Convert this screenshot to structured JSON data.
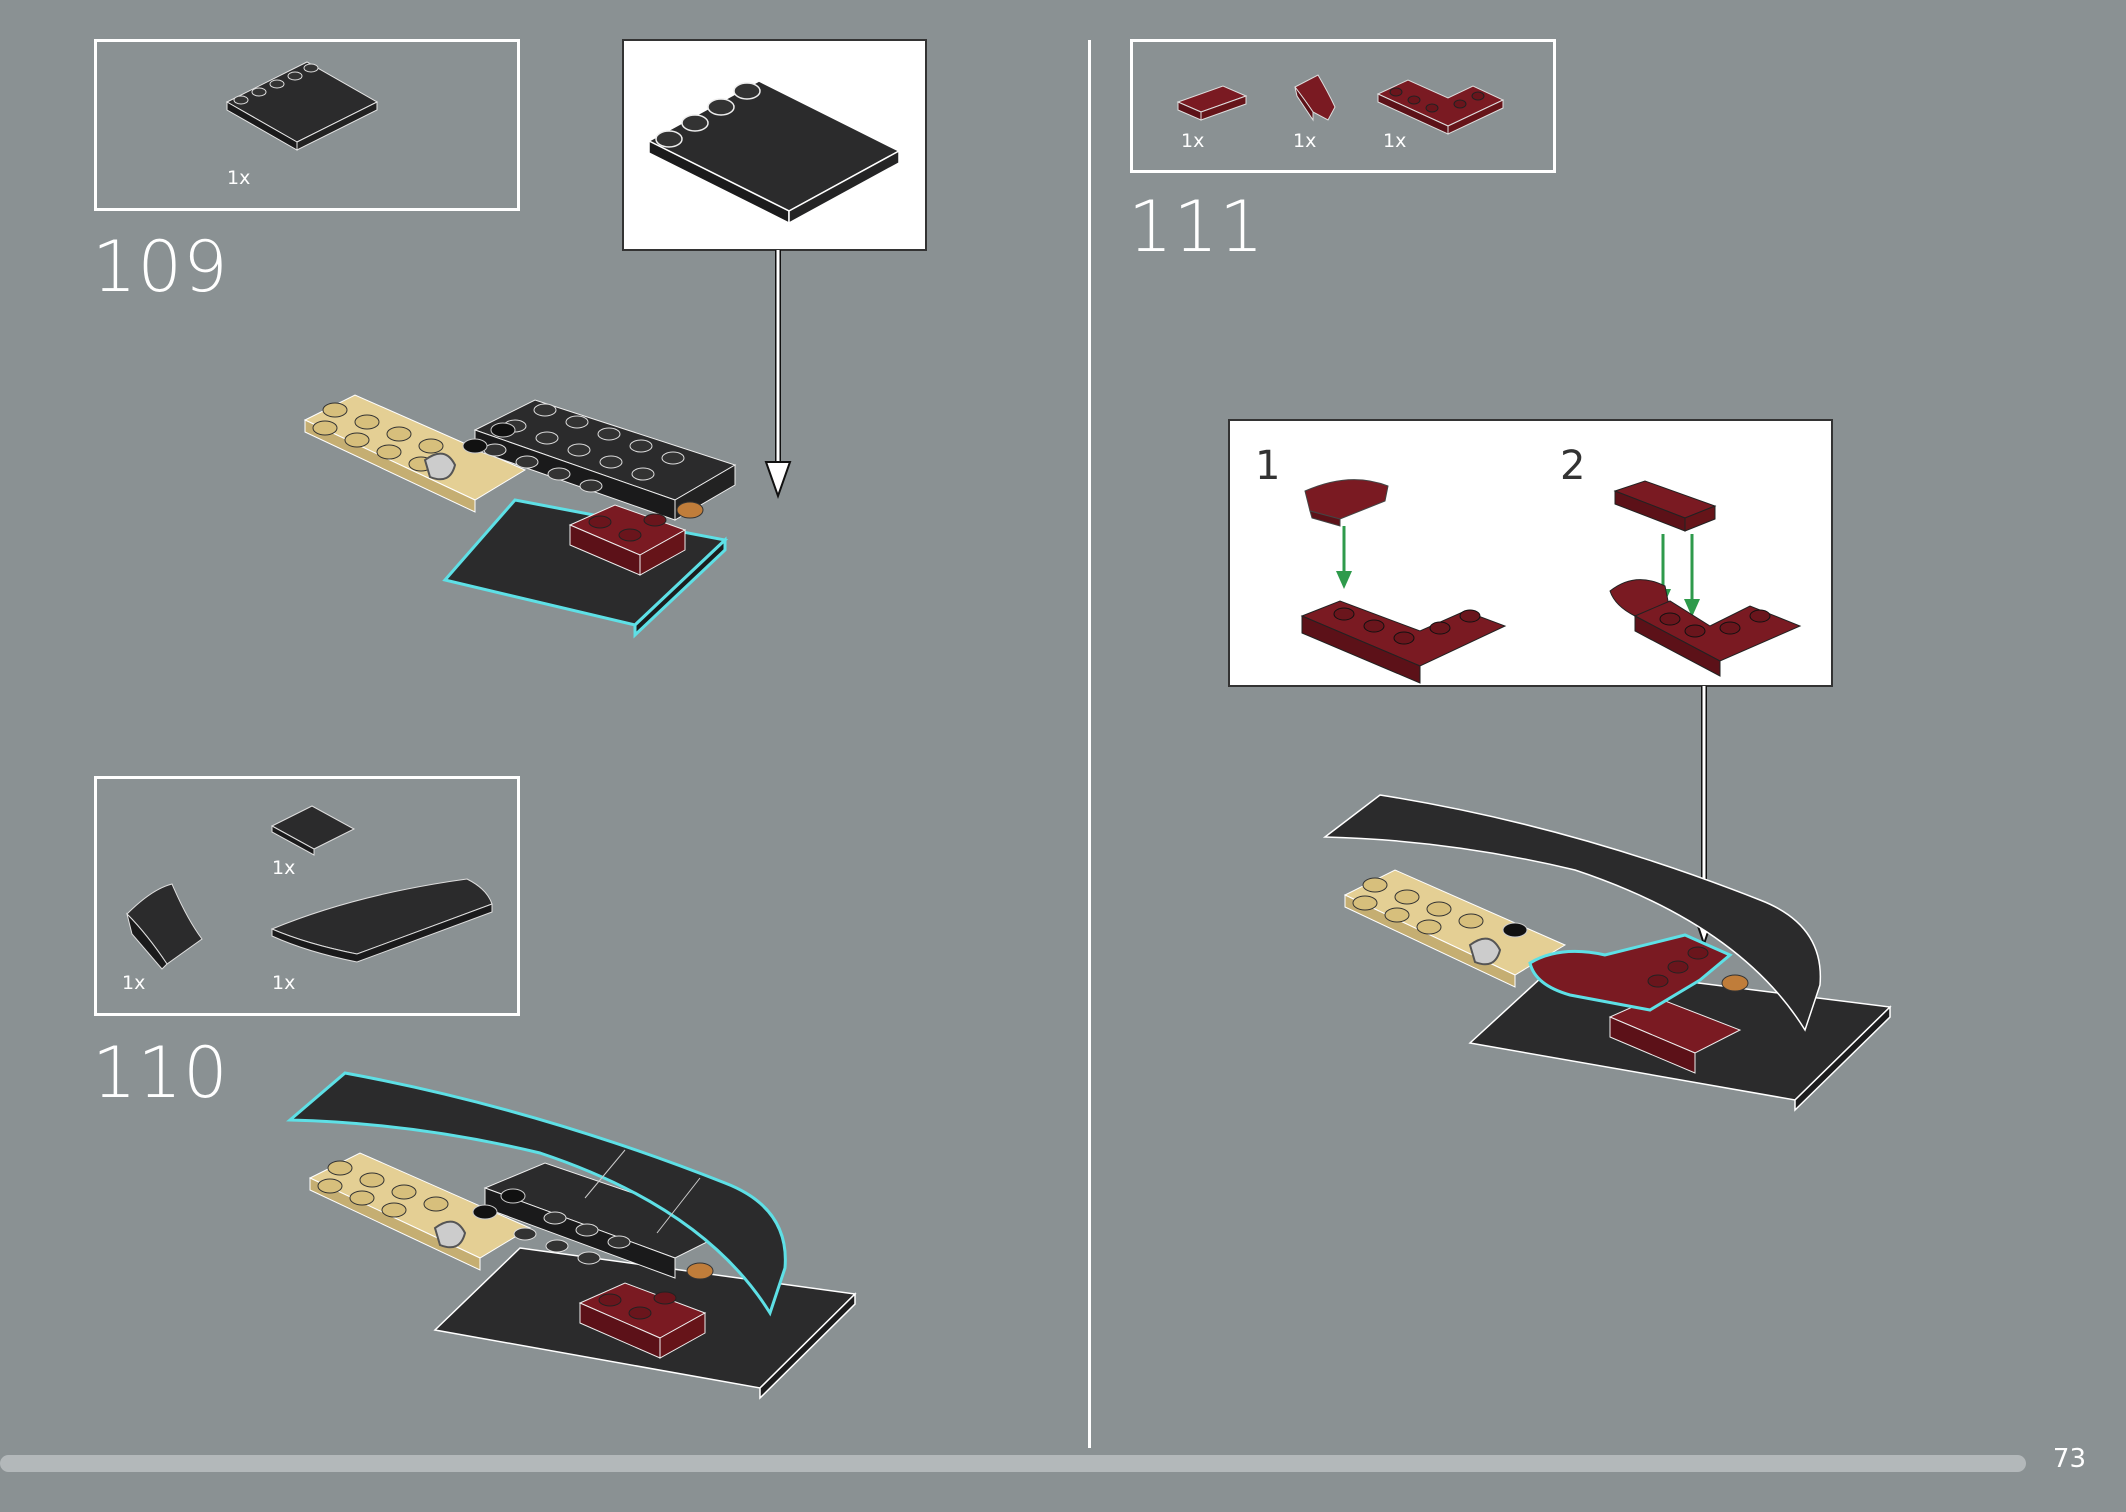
{
  "page": {
    "number": "73"
  },
  "steps": {
    "s109": {
      "number": "109",
      "parts": [
        {
          "qty": "1x",
          "name": "dark-gray-4x4-tile-icon"
        }
      ]
    },
    "s110": {
      "number": "110",
      "parts": [
        {
          "qty": "1x",
          "name": "dark-gray-2x2-tile-icon"
        },
        {
          "qty": "1x",
          "name": "dark-gray-curved-slope-icon"
        },
        {
          "qty": "1x",
          "name": "dark-gray-long-curved-slope-icon"
        }
      ]
    },
    "s111": {
      "number": "111",
      "parts": [
        {
          "qty": "1x",
          "name": "dark-red-tile-icon"
        },
        {
          "qty": "1x",
          "name": "dark-red-slope-icon"
        },
        {
          "qty": "1x",
          "name": "dark-red-l-plate-icon"
        }
      ],
      "substeps": [
        "1",
        "2"
      ]
    }
  },
  "colors": {
    "background": "#8a9193",
    "dark_gray": "#2b2b2c",
    "dark_red": "#7a1a22",
    "tan": "#e4cf94",
    "highlight": "#5ee0e6",
    "green_arrow": "#2e9a4b"
  }
}
